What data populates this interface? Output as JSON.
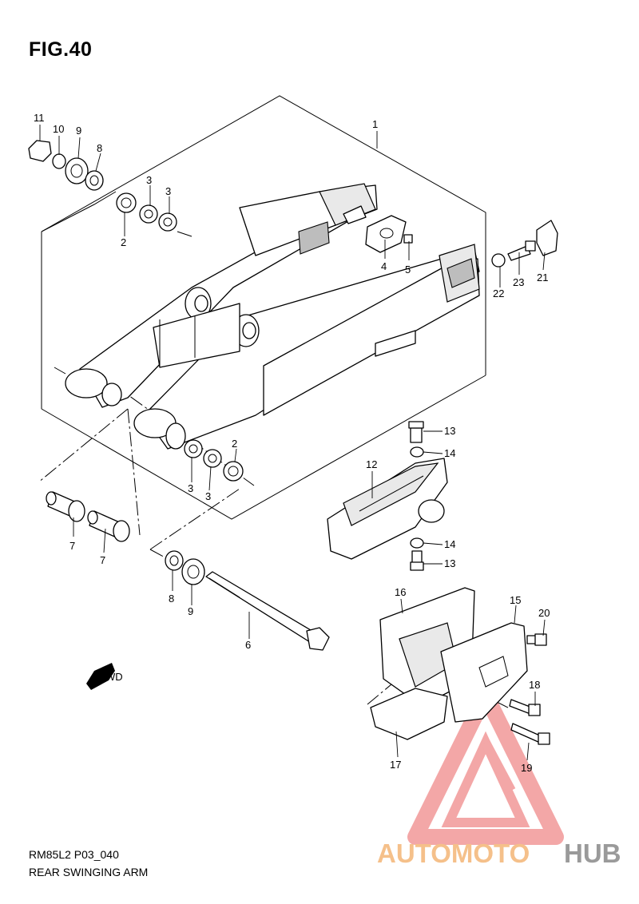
{
  "figure": {
    "title": "FIG.40",
    "model_code": "RM85L2 P03_040",
    "name": "REAR SWINGING ARM"
  },
  "callouts": [
    "1",
    "2",
    "3",
    "4",
    "5",
    "6",
    "7",
    "8",
    "9",
    "10",
    "11",
    "12",
    "13",
    "14",
    "15",
    "16",
    "17",
    "18",
    "19",
    "20",
    "21",
    "22",
    "23"
  ],
  "fwd_label": "FWD",
  "watermark": {
    "text_part1": "AUTOMOTO",
    "text_part2": "HUB",
    "colors": {
      "logo": "#f08a8a",
      "part1": "#f5c08a",
      "part2": "#9a9a9a"
    }
  },
  "icons": [
    "fwd-arrow-icon",
    "watermark-triangle-icon"
  ]
}
